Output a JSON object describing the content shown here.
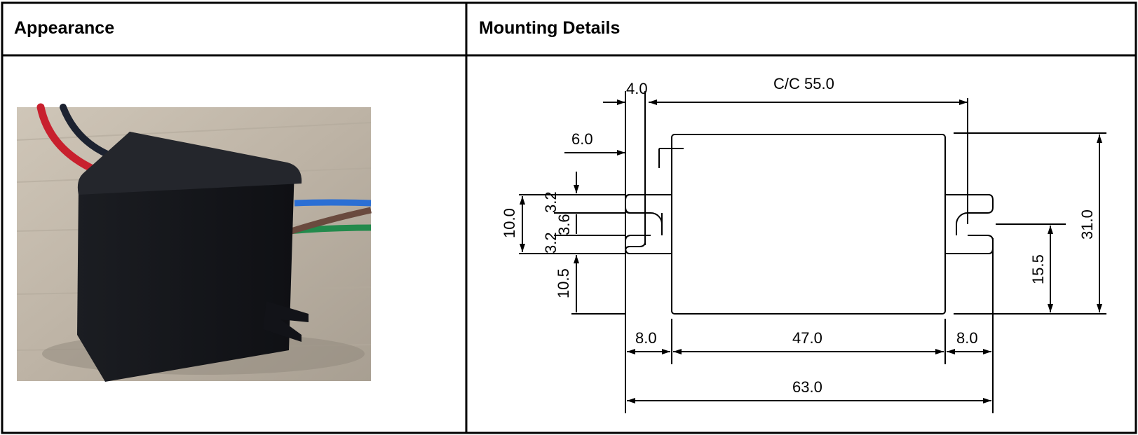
{
  "table": {
    "headers": [
      "Appearance",
      "Mounting Details"
    ]
  },
  "appearance": {
    "photo": "black-potted-module-with-wires"
  },
  "drawing": {
    "cc": "C/C  55.0",
    "dim_4": "4.0",
    "dim_6": "6.0",
    "dim_10": "10.0",
    "dim_3_2a": "3.2",
    "dim_3_6": "3.6",
    "dim_3_2b": "3.2",
    "dim_10_5": "10.5",
    "dim_31": "31.0",
    "dim_15_5": "15.5",
    "dim_8a": "8.0",
    "dim_47": "47.0",
    "dim_8b": "8.0",
    "dim_63": "63.0"
  }
}
